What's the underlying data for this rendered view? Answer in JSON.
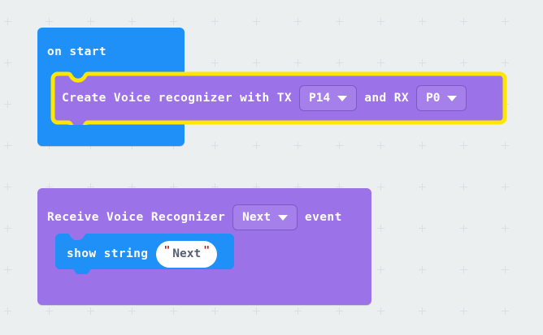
{
  "workspace": {
    "background_color": "#eceff0",
    "grid_color": "#dcdfe1",
    "grid_spacing": 51
  },
  "colors": {
    "event_blue": "#1e90f8",
    "voice_purple": "#9b72e8",
    "highlight_yellow": "#ffe600",
    "field_text_white": "#ffffff",
    "string_text": "#575e75",
    "quote_red": "#b02020"
  },
  "blocks": {
    "on_start": {
      "label": "on start",
      "color": "#1e90f8",
      "children": [
        {
          "id": "create_voice_recognizer",
          "selected": true,
          "color": "#9b72e8",
          "parts": {
            "prefix": "Create Voice recognizer with TX",
            "tx_dropdown": {
              "value": "P14",
              "caret": "chevron-down-icon"
            },
            "middle": "and RX",
            "rx_dropdown": {
              "value": "P0",
              "caret": "chevron-down-icon"
            }
          }
        }
      ]
    },
    "receive_event": {
      "color": "#9b72e8",
      "parts": {
        "prefix": "Receive Voice Recognizer",
        "event_dropdown": {
          "value": "Next",
          "caret": "chevron-down-icon"
        },
        "suffix": "event"
      },
      "children": [
        {
          "id": "show_string",
          "color": "#1e90f8",
          "label": "show string",
          "text_field": {
            "open_quote": "\"",
            "value": "Next",
            "close_quote": "\""
          }
        }
      ]
    }
  }
}
